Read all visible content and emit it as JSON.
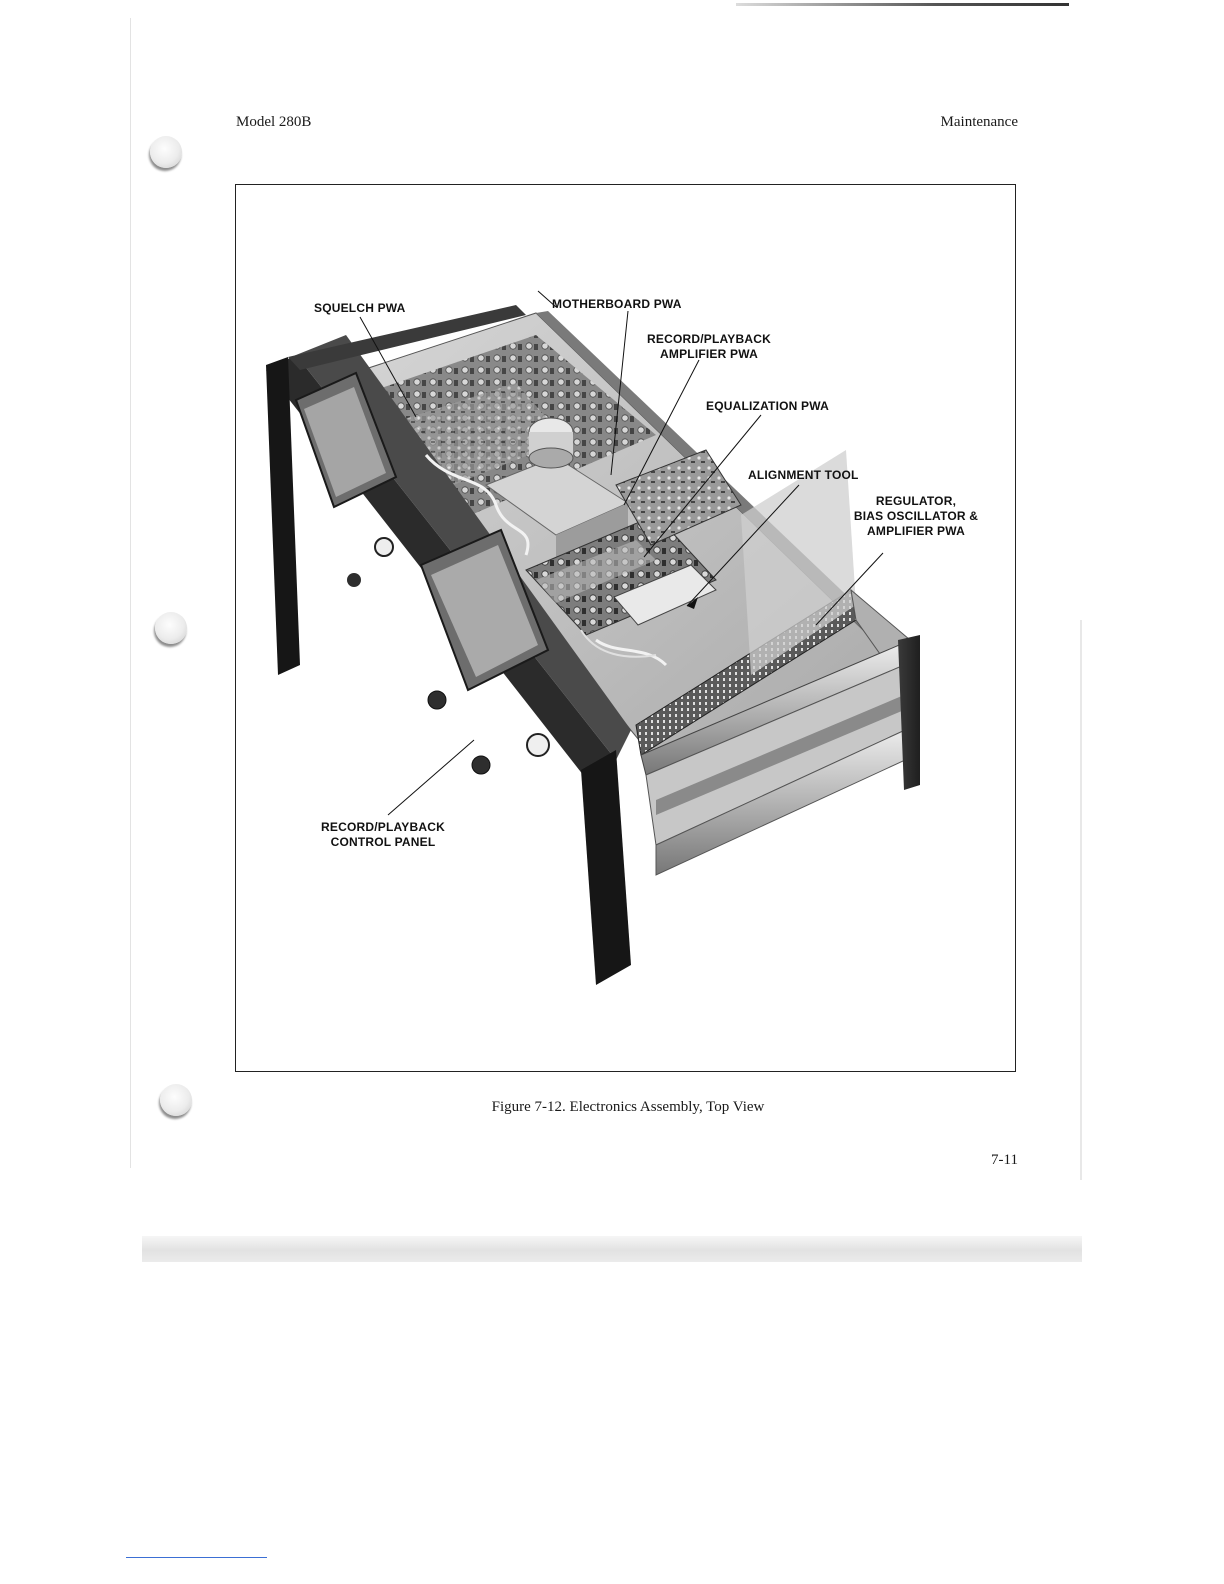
{
  "header": {
    "left": "Model 280B",
    "right": "Maintenance"
  },
  "figure": {
    "callouts": {
      "squelch": "SQUELCH PWA",
      "motherboard": "MOTHERBOARD PWA",
      "rp_amp_line1": "RECORD/PLAYBACK",
      "rp_amp_line2": "AMPLIFIER PWA",
      "equalization": "EQUALIZATION PWA",
      "alignment": "ALIGNMENT TOOL",
      "regulator_line1": "REGULATOR,",
      "regulator_line2": "BIAS OSCILLATOR &",
      "regulator_line3": "AMPLIFIER PWA",
      "rp_panel_line1": "RECORD/PLAYBACK",
      "rp_panel_line2": "CONTROL PANEL"
    },
    "caption": "Figure 7-12.  Electronics Assembly, Top View"
  },
  "page_number": "7-11"
}
